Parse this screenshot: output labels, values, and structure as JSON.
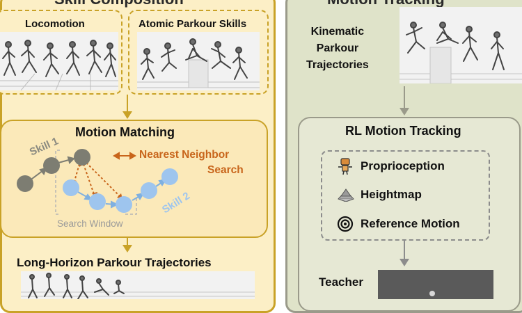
{
  "left_panel": {
    "title": "Skill Composition",
    "locomotion_label": "Locomotion",
    "atomic_label": "Atomic Parkour Skills",
    "motion_matching": {
      "title": "Motion Matching",
      "skill1": "Skill 1",
      "skill2": "Skill 2",
      "nn_line1": "Nearest Neighbor",
      "nn_line2": "Search",
      "search_window": "Search Window"
    },
    "long_horizon_label": "Long-Horizon Parkour Trajectories"
  },
  "right_panel": {
    "title": "Motion Tracking",
    "kinematic_label": [
      "Kinematic",
      "Parkour",
      "Trajectories"
    ],
    "rl_title": "RL Motion Tracking",
    "observations": [
      "Proprioception",
      "Heightmap",
      "Reference Motion"
    ],
    "teacher_label": "Teacher"
  },
  "colors": {
    "gold": "#c9a227",
    "orange": "#c8651b",
    "skill1_node": "#7d7d72",
    "skill2_node": "#9ec5ee"
  }
}
